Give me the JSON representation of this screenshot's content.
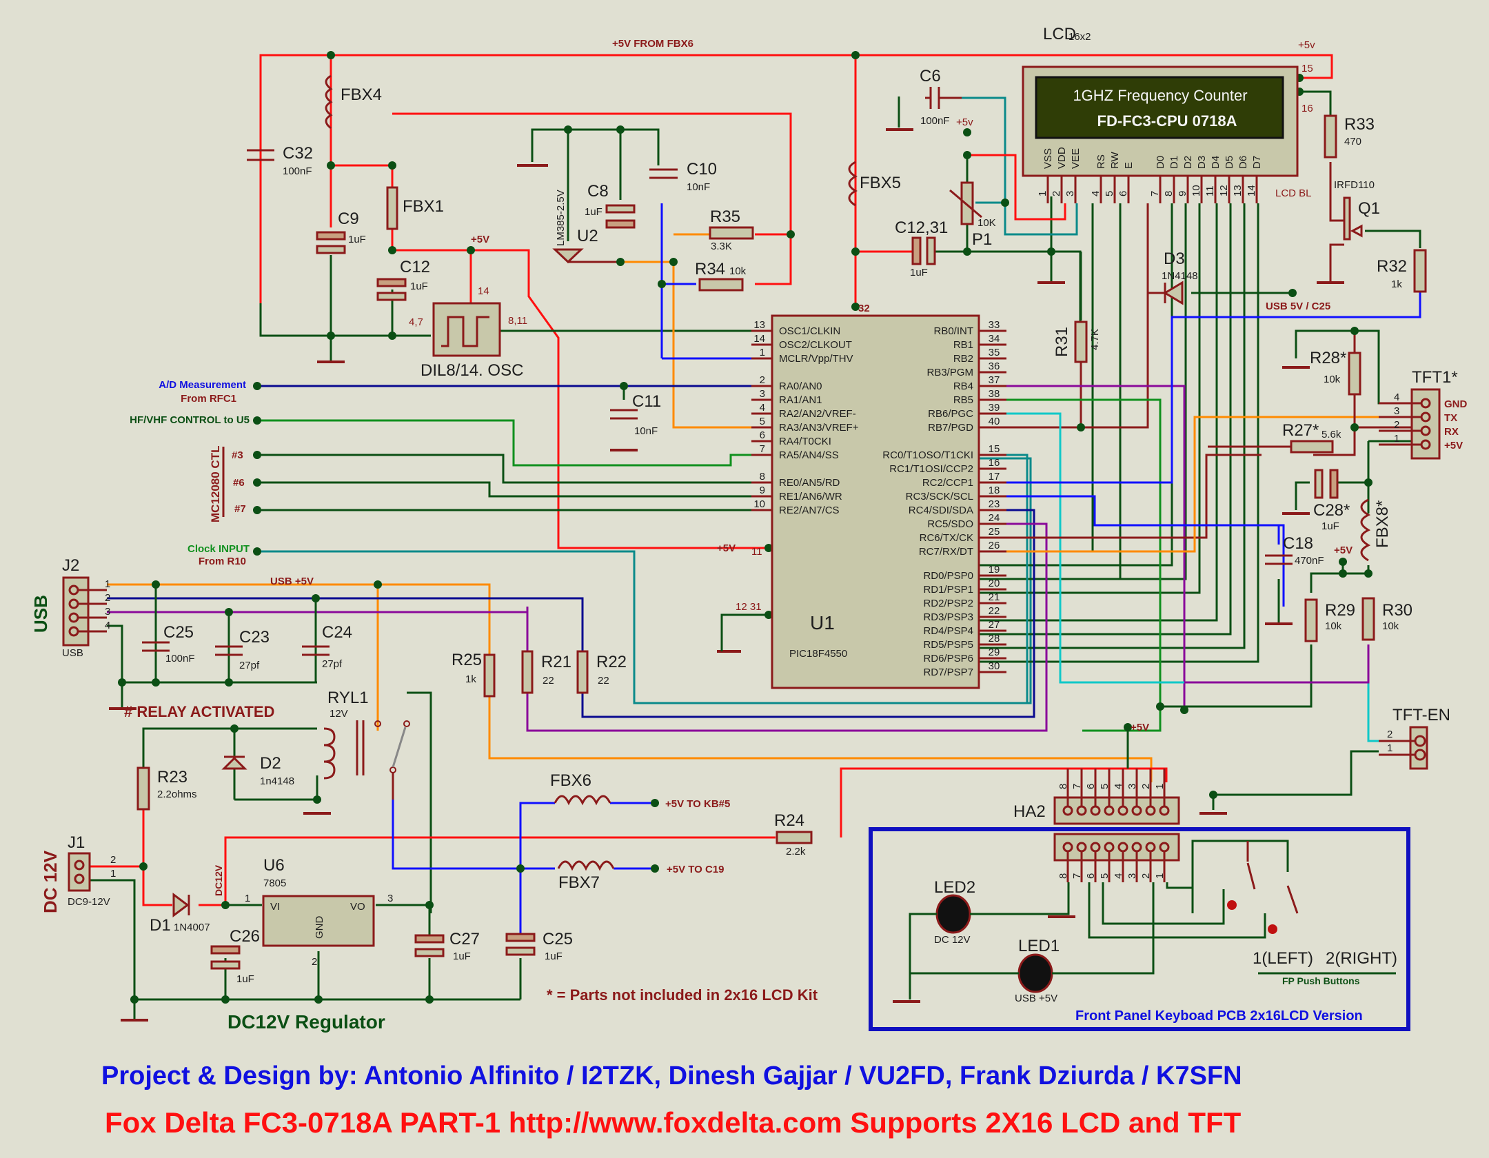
{
  "title_lines": {
    "credits": "Project & Design by:   Antonio Alfinito / I2TZK, Dinesh Gajjar / VU2FD, Frank Dziurda / K7SFN",
    "product": "Fox Delta FC3-0718A PART-1   http://www.foxdelta.com  Supports  2X16 LCD and TFT"
  },
  "colors": {
    "background": "#e0e0d2",
    "wire_power": "#ff1010",
    "wire_ground": "#0b4f14",
    "component_outline": "#8b1a1a",
    "credits_text": "#1010e0",
    "product_text": "#ff1010",
    "lcd_screen": "#2f3d06"
  },
  "nets": {
    "plus5_from_fbx6": "+5V FROM FBX6",
    "plus5": "+5V",
    "plus5_small": "+5v",
    "usb_plus5": "USB +5V",
    "usb5_c25": "USB 5V / C25",
    "kb5": "+5V TO KB#5",
    "c19": "+5V TO C19",
    "dc12v": "DC12V",
    "lcd_bl": "LCD BL",
    "relay_note": "# RELAY ACTIVATED",
    "regulator_title": "DC12V Regulator",
    "not_included": "* = Parts not included in 2x16 LCD Kit"
  },
  "inputs": {
    "ad_measure": "A/D Measurement",
    "ad_from": "From RFC1",
    "hfvhf": "HF/VHF CONTROL to U5",
    "mc12080": "MC12080 CTL",
    "p3": "#3",
    "p6": "#6",
    "p7": "#7",
    "clock": "Clock INPUT",
    "clock_from": "From R10"
  },
  "lcd": {
    "ref": "LCD",
    "type": "16x2",
    "line1": "1GHZ Frequency Counter",
    "line2": "FD-FC3-CPU 0718A",
    "pins": [
      "VSS",
      "VDD",
      "VEE",
      "RS",
      "RW",
      "E",
      "D0",
      "D1",
      "D2",
      "D3",
      "D4",
      "D5",
      "D6",
      "D7"
    ],
    "pin_numbers": [
      "1",
      "2",
      "3",
      "4",
      "5",
      "6",
      "7",
      "8",
      "9",
      "10",
      "11",
      "12",
      "13",
      "14"
    ],
    "pin15": "15",
    "pin16": "16"
  },
  "u1": {
    "ref": "U1",
    "part": "PIC18F4550",
    "left_pins": [
      {
        "num": "13",
        "name": "OSC1/CLKIN"
      },
      {
        "num": "14",
        "name": "OSC2/CLKOUT"
      },
      {
        "num": "1",
        "name": "MCLR/Vpp/THV"
      },
      {
        "num": "2",
        "name": "RA0/AN0"
      },
      {
        "num": "3",
        "name": "RA1/AN1"
      },
      {
        "num": "4",
        "name": "RA2/AN2/VREF-"
      },
      {
        "num": "5",
        "name": "RA3/AN3/VREF+"
      },
      {
        "num": "6",
        "name": "RA4/T0CKI"
      },
      {
        "num": "7",
        "name": "RA5/AN4/SS"
      },
      {
        "num": "8",
        "name": "RE0/AN5/RD"
      },
      {
        "num": "9",
        "name": "RE1/AN6/WR"
      },
      {
        "num": "10",
        "name": "RE2/AN7/CS"
      }
    ],
    "right_pins": [
      {
        "num": "33",
        "name": "RB0/INT"
      },
      {
        "num": "34",
        "name": "RB1"
      },
      {
        "num": "35",
        "name": "RB2"
      },
      {
        "num": "36",
        "name": "RB3/PGM"
      },
      {
        "num": "37",
        "name": "RB4"
      },
      {
        "num": "38",
        "name": "RB5"
      },
      {
        "num": "39",
        "name": "RB6/PGC"
      },
      {
        "num": "40",
        "name": "RB7/PGD"
      },
      {
        "num": "15",
        "name": "RC0/T1OSO/T1CKI"
      },
      {
        "num": "16",
        "name": "RC1/T1OSI/CCP2"
      },
      {
        "num": "17",
        "name": "RC2/CCP1"
      },
      {
        "num": "18",
        "name": "RC3/SCK/SCL"
      },
      {
        "num": "23",
        "name": "RC4/SDI/SDA"
      },
      {
        "num": "24",
        "name": "RC5/SDO"
      },
      {
        "num": "25",
        "name": "RC6/TX/CK"
      },
      {
        "num": "26",
        "name": "RC7/RX/DT"
      },
      {
        "num": "19",
        "name": "RD0/PSP0"
      },
      {
        "num": "20",
        "name": "RD1/PSP1"
      },
      {
        "num": "21",
        "name": "RD2/PSP2"
      },
      {
        "num": "22",
        "name": "RD3/PSP3"
      },
      {
        "num": "27",
        "name": "RD4/PSP4"
      },
      {
        "num": "28",
        "name": "RD5/PSP5"
      },
      {
        "num": "29",
        "name": "RD6/PSP6"
      },
      {
        "num": "30",
        "name": "RD7/PSP7"
      }
    ],
    "pin32": "32",
    "pin11": "11",
    "pin12_31": "12  31"
  },
  "components": {
    "fbx4": {
      "ref": "FBX4"
    },
    "c32": {
      "ref": "C32",
      "value": "100nF"
    },
    "c9": {
      "ref": "C9",
      "value": "1uF"
    },
    "fbx1": {
      "ref": "FBX1"
    },
    "c12": {
      "ref": "C12",
      "value": "1uF"
    },
    "osc": {
      "ref": "DIL8/14. OSC",
      "pin_gnd": "4,7",
      "pin_vcc": "14",
      "pin_out": "8,11"
    },
    "u2": {
      "ref": "U2",
      "part": "LM385-2.5V"
    },
    "c8": {
      "ref": "C8",
      "value": "1uF"
    },
    "c10": {
      "ref": "C10",
      "value": "10nF"
    },
    "r35": {
      "ref": "R35",
      "value": "3.3K"
    },
    "r34": {
      "ref": "R34",
      "value": "10k"
    },
    "fbx5": {
      "ref": "FBX5"
    },
    "c6": {
      "ref": "C6",
      "value": "100nF"
    },
    "c1231": {
      "ref": "C12,31",
      "value": "1uF"
    },
    "p1": {
      "ref": "P1",
      "value": "10K"
    },
    "c11": {
      "ref": "C11",
      "value": "10nF"
    },
    "r31": {
      "ref": "R31",
      "value": "4.7K"
    },
    "d3": {
      "ref": "D3",
      "value": "1N4148"
    },
    "r33": {
      "ref": "R33",
      "value": "470"
    },
    "q1": {
      "ref": "Q1",
      "part": "IRFD110"
    },
    "r32": {
      "ref": "R32",
      "value": "1k"
    },
    "r28": {
      "ref": "R28*",
      "value": "10k"
    },
    "r27": {
      "ref": "R27*",
      "value": "5.6k"
    },
    "tft1": {
      "ref": "TFT1*",
      "pins": [
        "GND",
        "TX",
        "RX",
        "+5V"
      ],
      "nums": [
        "4",
        "3",
        "2",
        "1"
      ]
    },
    "c28": {
      "ref": "C28*",
      "value": "1uF"
    },
    "fbx8": {
      "ref": "FBX8*"
    },
    "c18": {
      "ref": "C18",
      "value": "470nF"
    },
    "r29": {
      "ref": "R29",
      "value": "10k"
    },
    "r30": {
      "ref": "R30",
      "value": "10k"
    },
    "tft_en": {
      "ref": "TFT-EN",
      "nums": [
        "2",
        "1"
      ]
    },
    "j2": {
      "ref": "J2",
      "label": "USB",
      "side": "USB",
      "nums": [
        "1",
        "2",
        "3",
        "4"
      ]
    },
    "c25a": {
      "ref": "C25",
      "value": "100nF"
    },
    "c23": {
      "ref": "C23",
      "value": "27pf"
    },
    "c24": {
      "ref": "C24",
      "value": "27pf"
    },
    "r25": {
      "ref": "R25",
      "value": "1k"
    },
    "r21": {
      "ref": "R21",
      "value": "22"
    },
    "r22": {
      "ref": "R22",
      "value": "22"
    },
    "ryl1": {
      "ref": "RYL1",
      "value": "12V"
    },
    "d2": {
      "ref": "D2",
      "value": "1n4148"
    },
    "r23": {
      "ref": "R23",
      "value": "2.2ohms"
    },
    "fbx6": {
      "ref": "FBX6"
    },
    "fbx7": {
      "ref": "FBX7"
    },
    "r24": {
      "ref": "R24",
      "value": "2.2k"
    },
    "j1": {
      "ref": "J1",
      "label": "DC 12V",
      "side": "DC9-12V",
      "nums": [
        "2",
        "1"
      ]
    },
    "d1": {
      "ref": "D1",
      "value": "1N4007"
    },
    "u6": {
      "ref": "U6",
      "part": "7805",
      "vi": "VI",
      "vo": "VO",
      "gnd": "GND",
      "n1": "1",
      "n2": "2",
      "n3": "3"
    },
    "c26": {
      "ref": "C26",
      "value": "1uF"
    },
    "c27": {
      "ref": "C27",
      "value": "1uF"
    },
    "c25b": {
      "ref": "C25",
      "value": "1uF"
    },
    "ha2": {
      "ref": "HA2",
      "nums": [
        "8",
        "7",
        "6",
        "5",
        "4",
        "3",
        "2",
        "1"
      ]
    }
  },
  "front_panel": {
    "title": "Front Panel Keyboad PCB 2x16LCD Version",
    "led2": {
      "ref": "LED2",
      "value": "DC 12V"
    },
    "led1": {
      "ref": "LED1",
      "value": "USB +5V"
    },
    "btn_left": "1(LEFT)",
    "btn_right": "2(RIGHT)",
    "buttons_caption": "FP Push Buttons"
  }
}
